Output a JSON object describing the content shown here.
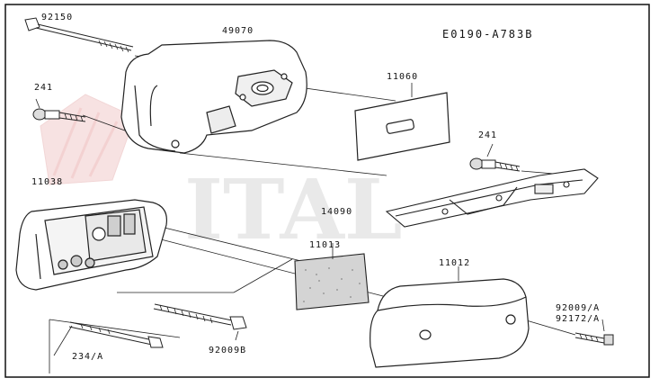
{
  "diagram_code": "E0190-A783B",
  "watermark_text": "ITAL",
  "callouts": {
    "c92150": "92150",
    "c49070": "49070",
    "c241_a": "241",
    "c11060": "11060",
    "c241_b": "241",
    "c11038": "11038",
    "c14090": "14090",
    "c11013": "11013",
    "c11012": "11012",
    "c92009a": "92009/A",
    "c92172a": "92172/A",
    "c234a": "234/A",
    "c92009b": "92009B"
  },
  "colors": {
    "line": "#222222",
    "watermark_gray": "#e4e4e4",
    "watermark_red": "#f3d2d2",
    "shade": "#dcdcdc",
    "foam": "#cfcfcf"
  }
}
